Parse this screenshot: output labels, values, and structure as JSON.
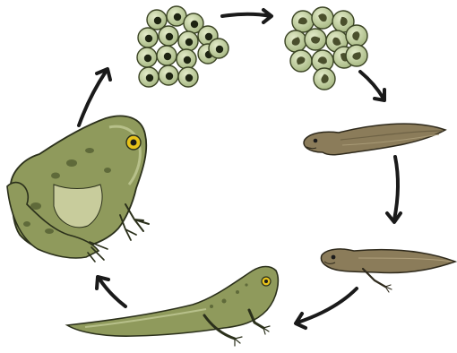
{
  "diagram": {
    "kind": "cycle",
    "stages": [
      {
        "id": "frogspawn",
        "icon": "frogspawn-eggs-icon"
      },
      {
        "id": "embryo-eggs",
        "icon": "developing-embryos-icon"
      },
      {
        "id": "tadpole",
        "icon": "tadpole-icon"
      },
      {
        "id": "tadpole-with-legs",
        "icon": "tadpole-with-legs-icon"
      },
      {
        "id": "froglet",
        "icon": "froglet-icon"
      },
      {
        "id": "adult-frog",
        "icon": "adult-frog-icon"
      }
    ],
    "arrow_direction": "clockwise",
    "colors": {
      "frog_green": "#8f9a5c",
      "frog_dark": "#5f6a3a",
      "egg_jelly": "#b9c79a",
      "tadpole_brown": "#8b7c5a",
      "arrow": "#1a1a1a",
      "eye": "#e7c21a"
    }
  }
}
